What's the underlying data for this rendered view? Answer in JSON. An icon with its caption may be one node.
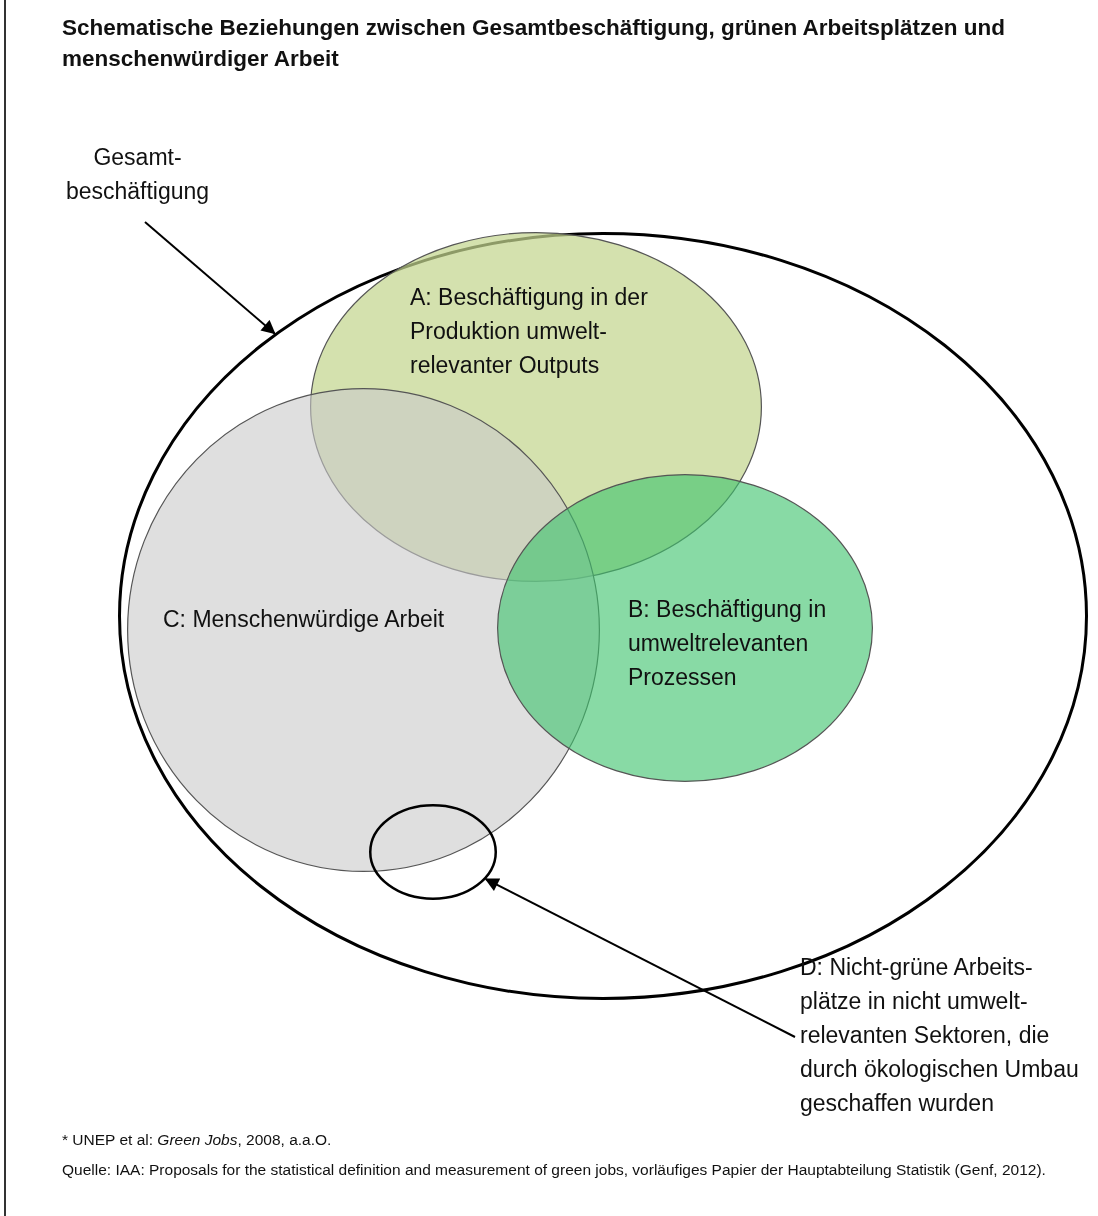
{
  "diagram": {
    "title": "Schematische Beziehungen zwischen Gesamtbeschäftigung, grünen Arbeitsplätzen und menschenwürdiger Arbeit",
    "nodes": [
      {
        "text": [
          "Gesamt- beschäftigung"
        ]
      },
      {
        "text": [],
        "shape": "circle"
      },
      {
        "text": [
          "A: Beschäftigung in der Produktion umwelt- relevanter Outputs"
        ],
        "in": 1
      },
      {
        "text": [
          "C: Menschenwürdige Arbeit"
        ],
        "in": 1
      },
      {
        "text": [
          "B: Beschäftigung in umweltrelevanten Prozessen"
        ],
        "in": 1
      },
      {
        "text": [],
        "shape": "circle",
        "in": 1
      },
      {
        "text": [
          "D: Nicht-grüne Arbeits- plätze in nicht umwelt- relevanten Sektoren, die durch ökologischen Umbau geschaffen wurden"
        ]
      }
    ],
    "edges": [
      {
        "from": 0,
        "to": 1,
        "arrow": "to"
      },
      {
        "from": 6,
        "to": 5,
        "arrow": "to"
      }
    ],
    "labels": [
      "* UNEP et al: *Green Jobs*, 2008, a.a.O.",
      "Quelle: IAA: Proposals for the statistical definition and measurement of green jobs, vorläufiges Papier der Hauptabteilung Statistik (Genf, 2012)."
    ]
  }
}
